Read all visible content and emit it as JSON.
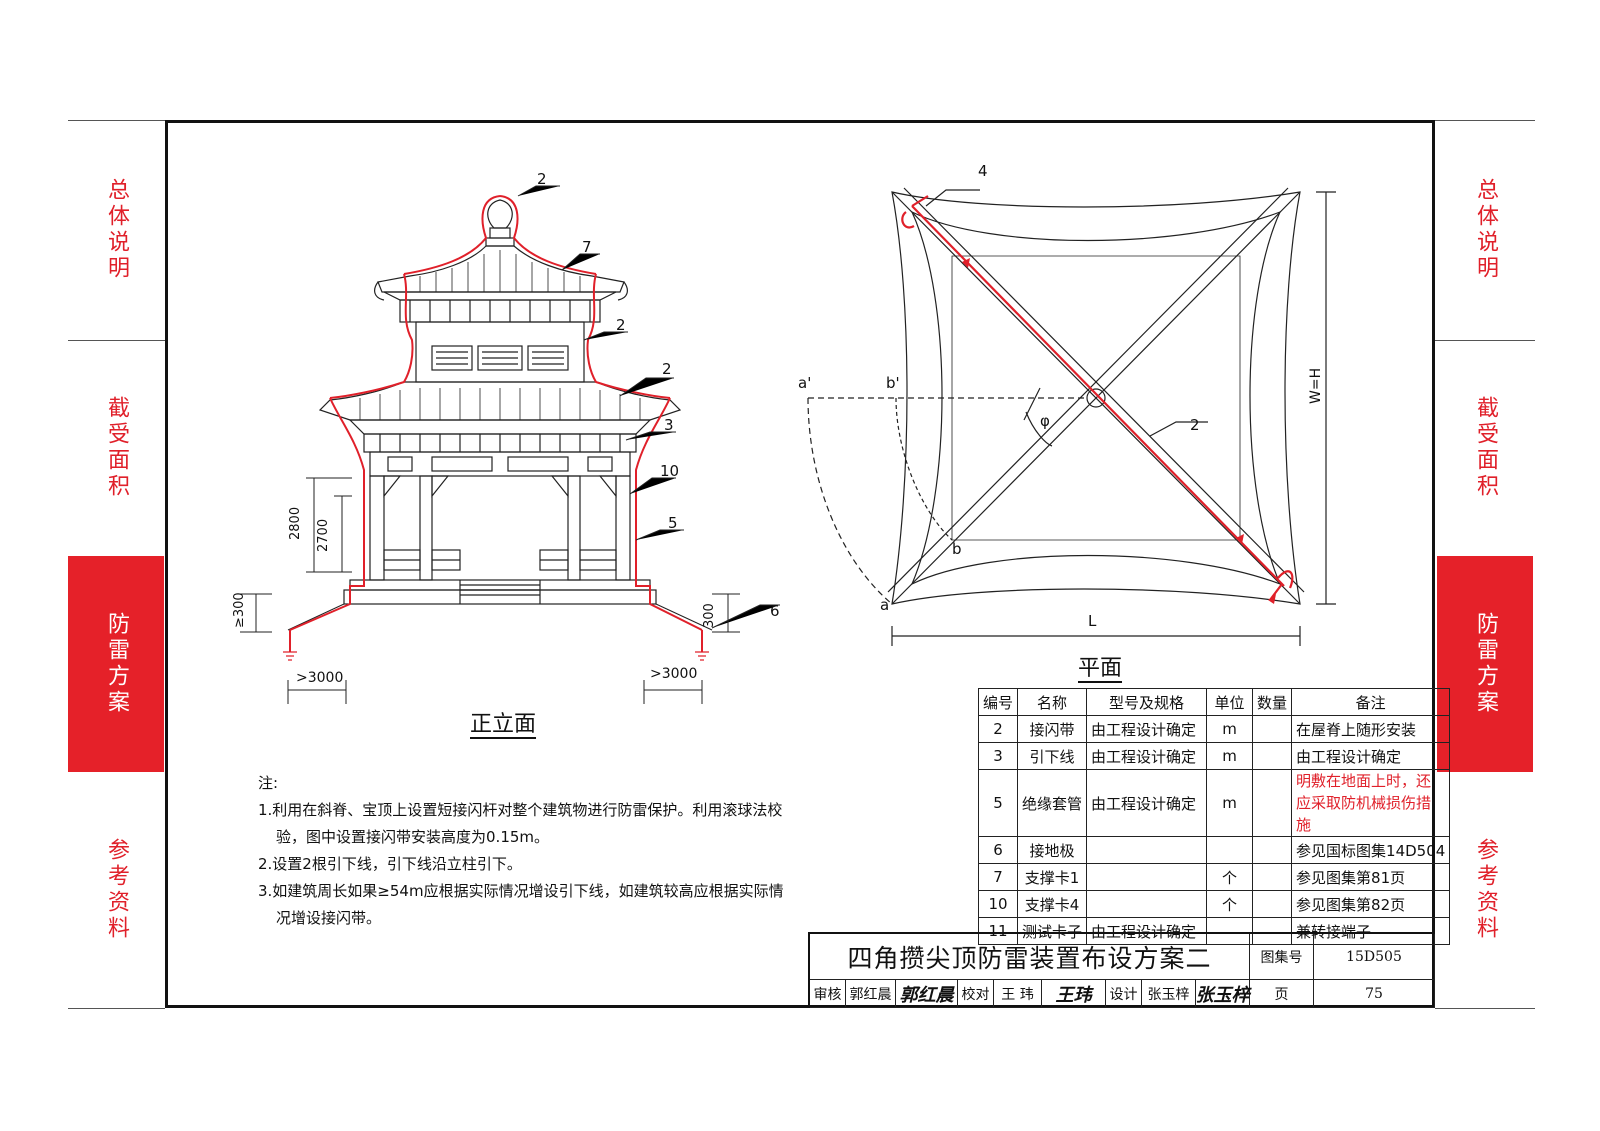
{
  "side_tabs": [
    "总体说明",
    "截受面积",
    "防雷方案",
    "参考资料"
  ],
  "active_tab": "防雷方案",
  "elevation": {
    "title": "正立面",
    "labels": [
      "2",
      "7",
      "2",
      "2",
      "3",
      "10",
      "5",
      "6"
    ],
    "dims": {
      "h1": "2800",
      "h2": "2700",
      "left_depth": "≥300",
      "right_depth": "300",
      "left_dist": ">3000",
      "right_dist": ">3000"
    }
  },
  "plan": {
    "title": "平面",
    "labels": {
      "a_prime": "a'",
      "b_prime": "b'",
      "a": "a",
      "b": "b",
      "n4": "4",
      "n2": "2",
      "phi": "φ",
      "L": "L",
      "WH": "W=H"
    }
  },
  "notes": {
    "heading": "注:",
    "lines": [
      "1.利用在斜脊、宝顶上设置短接闪杆对整个建筑物进行防雷保护。利用滚球法校",
      "验，图中设置接闪带安装高度为0.15m。",
      "2.设置2根引下线，引下线沿立柱引下。",
      "3.如建筑周长如果≥54m应根据实际情况增设引下线，如建筑较高应根据实际情",
      "况增设接闪带。"
    ]
  },
  "parts_table": {
    "headers": [
      "编号",
      "名称",
      "型号及规格",
      "单位",
      "数量",
      "备注"
    ],
    "rows": [
      [
        "2",
        "接闪带",
        "由工程设计确定",
        "m",
        "",
        "在屋脊上随形安装"
      ],
      [
        "3",
        "引下线",
        "由工程设计确定",
        "m",
        "",
        "由工程设计确定"
      ],
      [
        "5",
        "绝缘套管",
        "由工程设计确定",
        "m",
        "",
        "明敷在地面上时，还应采取防机械损伤措施"
      ],
      [
        "6",
        "接地极",
        "",
        "",
        "",
        "参见国标图集14D504"
      ],
      [
        "7",
        "支撑卡1",
        "",
        "个",
        "",
        "参见图集第81页"
      ],
      [
        "10",
        "支撑卡4",
        "",
        "个",
        "",
        "参见图集第82页"
      ],
      [
        "11",
        "测试卡子",
        "由工程设计确定",
        "",
        "",
        "兼转接端子"
      ]
    ]
  },
  "title_block": {
    "title": "四角攒尖顶防雷装置布设方案二",
    "atlas_label": "图集号",
    "atlas_no": "15D505",
    "page_label": "页",
    "page_no": "75",
    "review_label": "审核",
    "reviewer": "郭红晨",
    "reviewer_sig": "郭红晨",
    "check_label": "校对",
    "checker": "王 玮",
    "checker_sig": "王玮",
    "design_label": "设计",
    "designer": "张玉梓",
    "designer_sig": "张玉梓"
  },
  "colors": {
    "accent": "#e52129",
    "line": "#111111",
    "conductor": "#e0202a"
  }
}
